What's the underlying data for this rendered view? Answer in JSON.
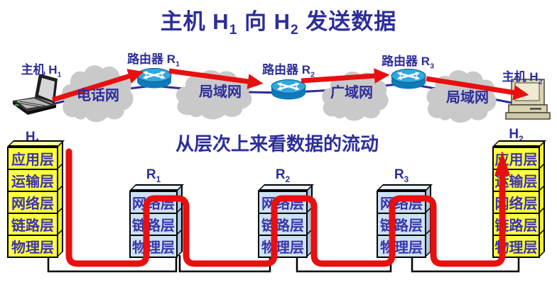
{
  "title": {
    "p1": "主机 H",
    "s1": "1",
    "p2": " 向 H",
    "s2": "2",
    "p3": " 发送数据"
  },
  "subtitle": "从层次上来看数据的流动",
  "network": {
    "host1_label": {
      "text": "主机 H",
      "sub": "1"
    },
    "host2_label": {
      "text": "主机 H",
      "sub": "2"
    },
    "router1_label": {
      "text": "路由器 R",
      "sub": "1"
    },
    "router2_label": {
      "text": "路由器 R",
      "sub": "2"
    },
    "router3_label": {
      "text": "路由器 R",
      "sub": "3"
    },
    "clouds": [
      "电话网",
      "局域网",
      "广域网",
      "局域网"
    ]
  },
  "stacks": {
    "h1": {
      "name": "H",
      "sub": "1",
      "layers": [
        "应用层",
        "运输层",
        "网络层",
        "链路层",
        "物理层"
      ]
    },
    "r1": {
      "name": "R",
      "sub": "1",
      "layers": [
        "网络层",
        "链路层",
        "物理层"
      ]
    },
    "r2": {
      "name": "R",
      "sub": "2",
      "layers": [
        "网络层",
        "链路层",
        "物理层"
      ]
    },
    "r3": {
      "name": "R",
      "sub": "3",
      "layers": [
        "网络层",
        "链路层",
        "物理层"
      ]
    },
    "h2": {
      "name": "H",
      "sub": "2",
      "layers": [
        "应用层",
        "运输层",
        "网络层",
        "链路层",
        "物理层"
      ]
    }
  },
  "icons": {
    "host1": "laptop-icon",
    "host2": "desktop-computer-icon",
    "router": "router-icon",
    "network_cloud": "cloud-shape"
  },
  "colors": {
    "accent_red": "#e80f0f",
    "navy_text": "#2d2d9b",
    "layer_text": "#3b34a9",
    "host_stack_fill": "#ffff42",
    "router_stack_fill": "#cbe2f4",
    "cloud_fill": "#c9c9c9",
    "router_icon_blue": "#2fa7df"
  }
}
